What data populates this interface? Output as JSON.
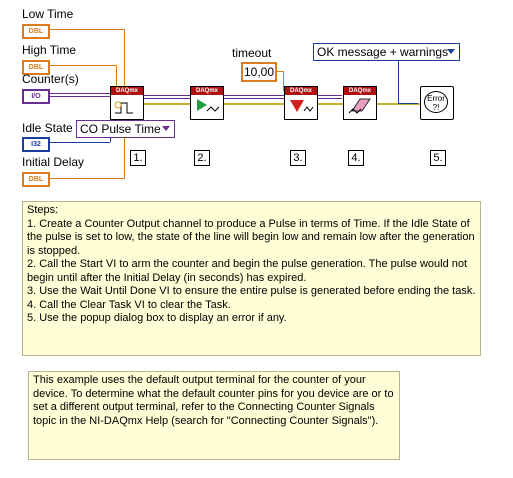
{
  "labels": {
    "low_time": "Low Time",
    "high_time": "High Time",
    "counters": "Counter(s)",
    "idle_state": "Idle State",
    "initial_delay": "Initial Delay",
    "timeout": "timeout"
  },
  "terminals": {
    "dbl": "DBL",
    "io": "I/O",
    "i32": "I32"
  },
  "controls": {
    "timeout_value": "10,00",
    "message_ring": "OK message + warnings",
    "co_ring": "CO Pulse Time"
  },
  "vis": {
    "header": "DAQmx",
    "error_label": "Error ?!"
  },
  "step_numbers": [
    "1.",
    "2.",
    "3.",
    "4.",
    "5."
  ],
  "steps_note": {
    "lines": [
      "Steps:",
      "1. Create a Counter Output channel to produce a Pulse in terms of Time.  If the Idle State of the pulse is set to low, the state of the line will begin low and remain low after the generation is stopped.",
      "2.  Call the Start VI to arm the counter and begin the pulse generation.  The pulse would not begin until after the Initial Delay (in seconds) has expired.",
      "3. Use the Wait Until Done VI to ensure the entire pulse is generated before ending the task.",
      "4.  Call the Clear Task VI to clear the Task.",
      "5.  Use the popup dialog box to display an error if any."
    ]
  },
  "info_note": {
    "text": "This example uses the default output terminal for the counter of your device.  To determine what the default counter pins for you device are or to set a different output terminal, refer to the Connecting Counter Signals topic in the NI-DAQmx Help (search for \"Connecting Counter Signals\")."
  },
  "colors": {
    "orange": "#d97b1e",
    "purple": "#6a2c8e",
    "blue": "#1a3c9c",
    "daqmx_red": "#b01010",
    "note_bg": "#fffed6"
  }
}
